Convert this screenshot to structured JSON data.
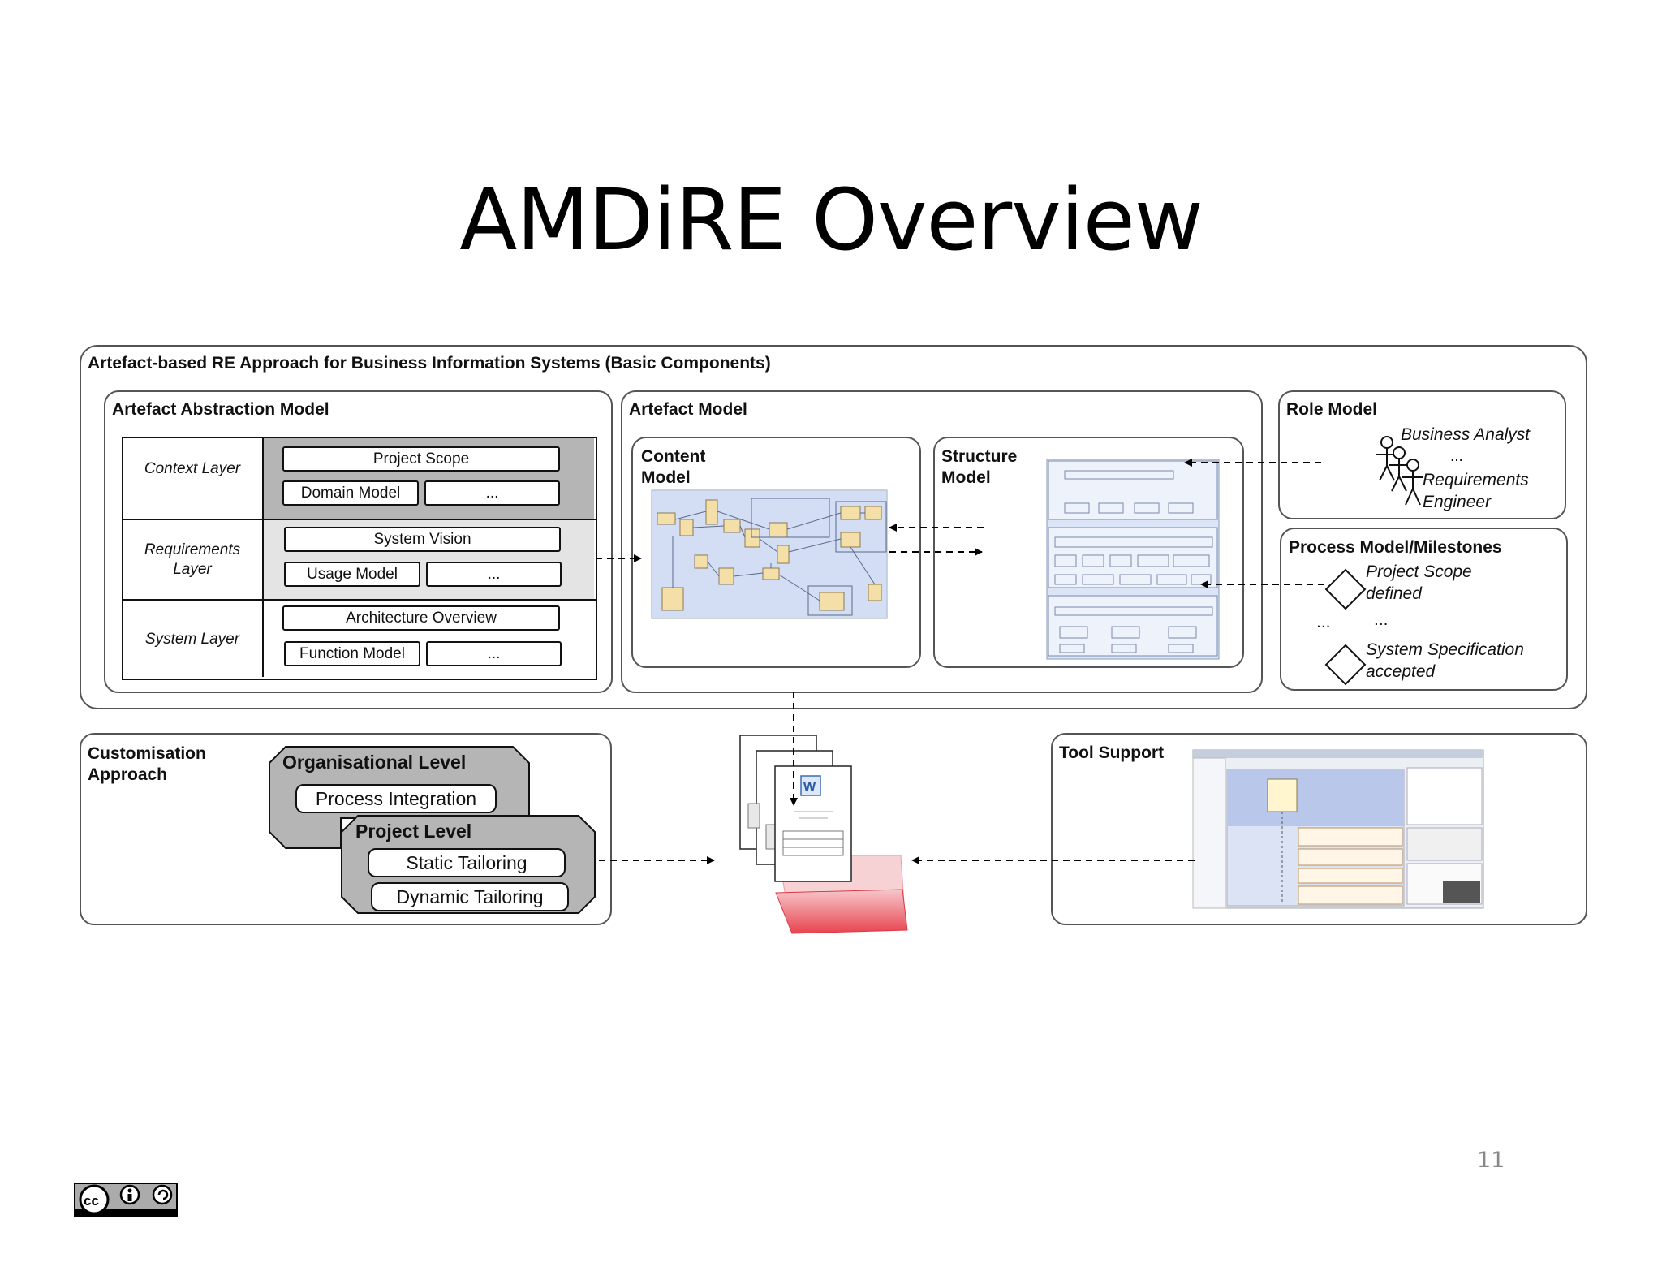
{
  "slide": {
    "title": "AMDiRE Overview",
    "page_number": "11"
  },
  "approach": {
    "title": "Artefact-based RE Approach for Business Information Systems (Basic Components)"
  },
  "abstraction_model": {
    "title": "Artefact Abstraction Model",
    "layers": [
      {
        "label": "Context Layer",
        "top_item": "Project Scope",
        "left_item": "Domain Model",
        "right_item": "..."
      },
      {
        "label": "Requirements Layer",
        "top_item": "System Vision",
        "left_item": "Usage Model",
        "right_item": "..."
      },
      {
        "label": "System Layer",
        "top_item": "Architecture Overview",
        "left_item": "Function Model",
        "right_item": "..."
      }
    ]
  },
  "artefact_model": {
    "title": "Artefact Model",
    "content_model": "Content Model",
    "structure_model": "Structure Model"
  },
  "role_model": {
    "title": "Role Model",
    "role_1": "Business Analyst",
    "ellipsis": "...",
    "role_2": "Requirements Engineer"
  },
  "process_model": {
    "title": "Process Model/Milestones",
    "milestone_1": "Project Scope defined",
    "ellipsis": "...",
    "milestone_2": "System Specification accepted"
  },
  "customisation": {
    "title": "Customisation Approach",
    "org_level": "Organisational Level",
    "process_integration": "Process Integration",
    "project_level": "Project Level",
    "static_tailoring": "Static Tailoring",
    "dynamic_tailoring": "Dynamic Tailoring"
  },
  "tool_support": {
    "title": "Tool Support"
  },
  "icons": [
    "stick-figure-icon",
    "milestone-diamond-icon",
    "document-stack-icon",
    "word-document-icon",
    "folder-icon",
    "creative-commons-by-sa-icon"
  ],
  "colors": {
    "level_fill": "#b5b5b5",
    "layer_fill": "#e4e4e4",
    "folder_red": "#e8434f",
    "diagram_blue": "#c9d6f2"
  }
}
